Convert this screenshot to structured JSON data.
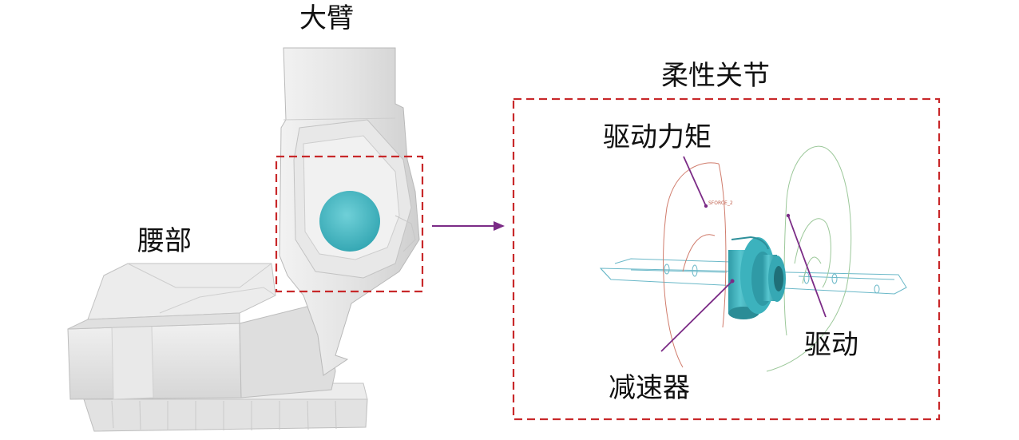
{
  "labels": {
    "upper_arm": "大臂",
    "waist": "腰部",
    "flexible_joint": "柔性关节",
    "drive_torque": "驱动力矩",
    "drive": "驱动",
    "reducer": "减速器",
    "sforce_tag": "SFORCE_2"
  },
  "colors": {
    "dashed_box": "#c8282a",
    "callout": "#7b2b86",
    "reducer": "#3fb8c4",
    "torque_arc": "#d07c6c",
    "drive_arc": "#9cc89a",
    "thin_lines": "#6ab8c8",
    "robot_body": "#e7e7e7"
  },
  "icons": {
    "joint_marker": "circle",
    "robot_body": "robot-shape",
    "reducer": "cylinder"
  }
}
